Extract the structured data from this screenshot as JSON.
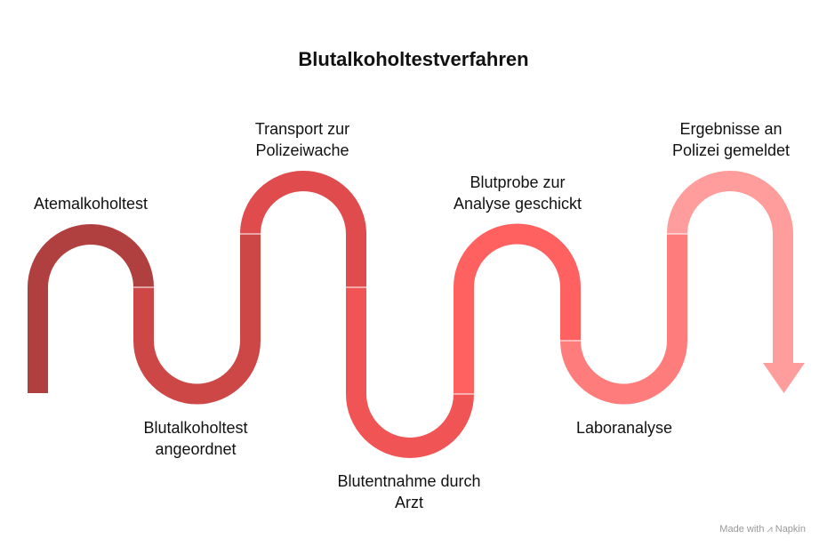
{
  "title": "Blutalkoholtestverfahren",
  "steps": [
    {
      "label": "Atemalkoholtest",
      "color": "#B04040"
    },
    {
      "label": "Blutalkoholtest angeordnet",
      "color": "#CE4747"
    },
    {
      "label": "Transport zur Polizeiwache",
      "color": "#E04B4E"
    },
    {
      "label": "Blutentnahme durch Arzt",
      "color": "#F05454"
    },
    {
      "label": "Blutprobe zur Analyse geschickt",
      "color": "#FF6060"
    },
    {
      "label": "Laboranalyse",
      "color": "#FF7C7C"
    },
    {
      "label": "Ergebnisse an Polizei gemeldet",
      "color": "#FF9C9C"
    }
  ],
  "footer": "Made with ⩘ Napkin"
}
